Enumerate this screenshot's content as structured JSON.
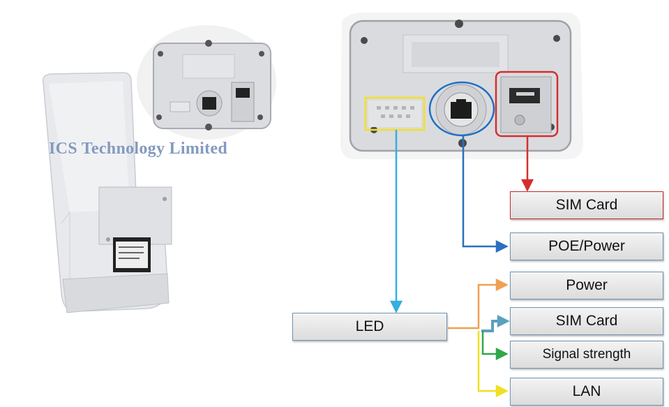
{
  "watermark": "ICS Technology Limited",
  "labels": {
    "sim_card_top": "SIM Card",
    "poe_power": "POE/Power",
    "power": "Power",
    "sim_card": "SIM Card",
    "signal_strength": "Signal strength",
    "lan": "LAN",
    "led": "LED"
  },
  "colors": {
    "sim_slot_highlight": "#d32f2f",
    "rj45_highlight": "#1e6fc4",
    "led_highlight": "#f3e024",
    "arrow_led": "#35aee0",
    "arrow_poe": "#2a6fc0",
    "arrow_sim": "#d32f2f",
    "branch_power": "#f0a050",
    "branch_sim": "#5aa0c0",
    "branch_signal": "#2ea84a",
    "branch_lan": "#f0e020"
  }
}
